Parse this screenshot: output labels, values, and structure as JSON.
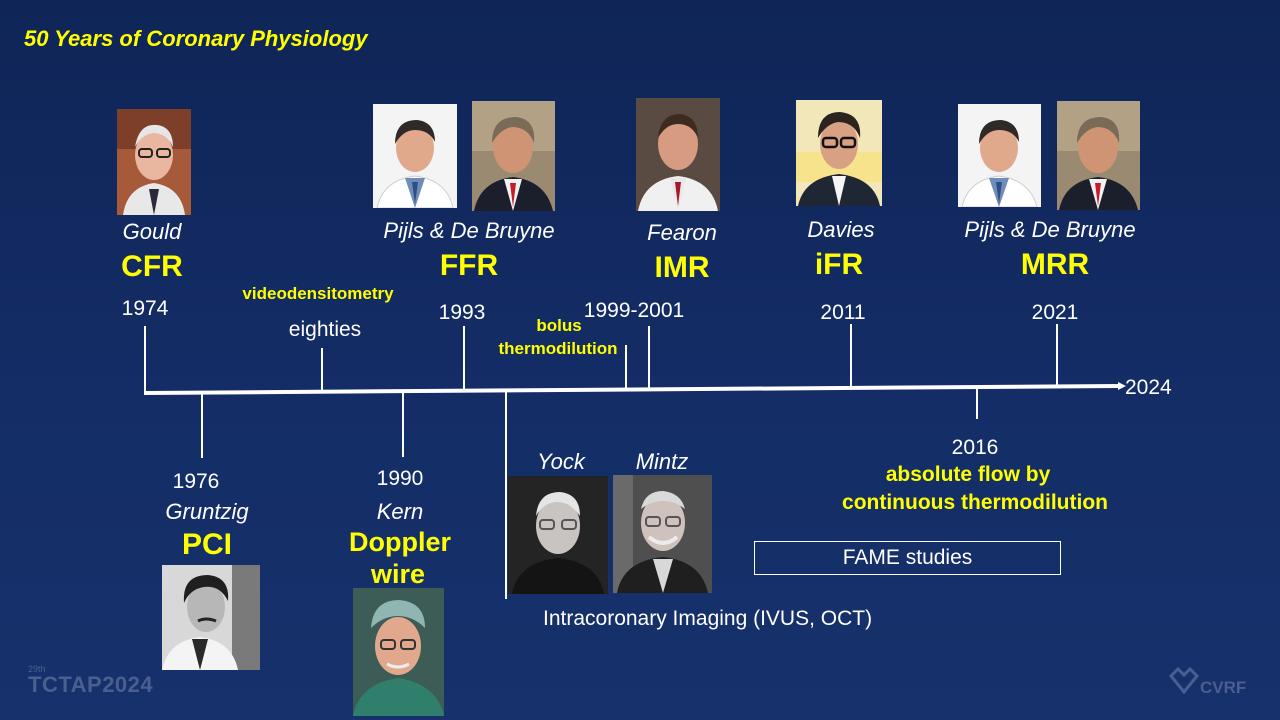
{
  "slide": {
    "title": "50 Years of Coronary Physiology"
  },
  "top_milestones": [
    {
      "name": "Gould",
      "tech": "CFR",
      "year": "1974"
    },
    {
      "name": "Pijls & De Bruyne",
      "tech": "FFR",
      "year": "1993"
    },
    {
      "name": "Fearon",
      "tech": "IMR",
      "year": "1999-2001"
    },
    {
      "name": "Davies",
      "tech": "iFR",
      "year": "2011"
    },
    {
      "name": "Pijls & De Bruyne",
      "tech": "MRR",
      "year": "2021"
    }
  ],
  "extra_labels": {
    "videodensitometry": "videodensitometry",
    "eighties": "eighties",
    "bolus_line1": "bolus",
    "bolus_line2": "thermodilution",
    "end_year": "2024"
  },
  "bottom_milestones": [
    {
      "year": "1976",
      "name": "Gruntzig",
      "tech": "PCI"
    },
    {
      "year": "1990",
      "name": "Kern",
      "tech_line1": "Doppler",
      "tech_line2": "wire"
    }
  ],
  "imaging": {
    "name1": "Yock",
    "name2": "Mintz",
    "label": "Intracoronary Imaging (IVUS, OCT)"
  },
  "flow": {
    "year": "2016",
    "line1": "absolute flow by",
    "line2": "continuous thermodilution"
  },
  "fame": {
    "label": "FAME studies"
  },
  "footer": {
    "superscript": "29th",
    "event": "TCTAP2024",
    "org": "CVRF"
  },
  "colors": {
    "background": "#142d66",
    "accent": "#ffff00",
    "line": "#ffffff"
  }
}
